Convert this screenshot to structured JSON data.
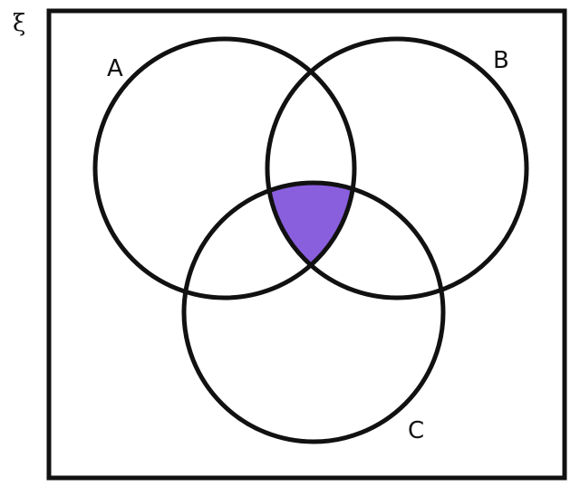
{
  "diagram": {
    "universal_symbol": "ξ",
    "sets": [
      {
        "id": "A",
        "label": "A"
      },
      {
        "id": "B",
        "label": "B"
      },
      {
        "id": "C",
        "label": "C"
      }
    ],
    "shaded_region": [
      "A",
      "B",
      "C"
    ],
    "colors": {
      "outline": "#111111",
      "shade": "#8a5fde",
      "background": "#ffffff"
    }
  }
}
